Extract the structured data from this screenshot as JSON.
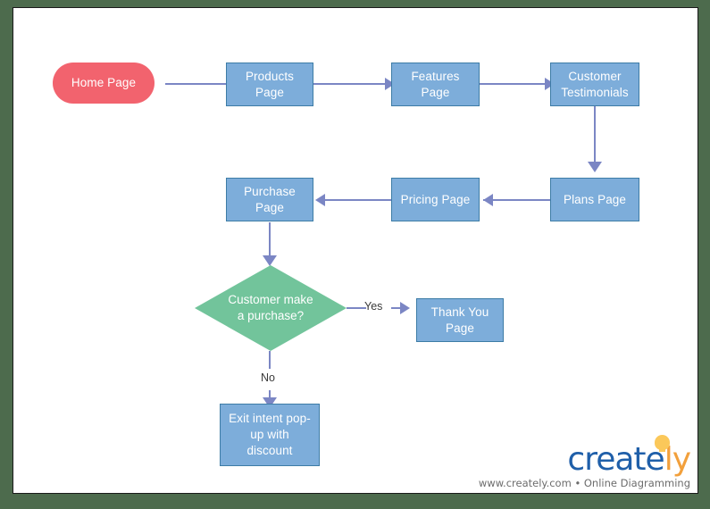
{
  "canvas": {
    "background": "#ffffff",
    "frame_color": "#4d6b4d",
    "border_color": "#1a1a1a"
  },
  "colors": {
    "start_node": "#f2636e",
    "process_node": "#7dadda",
    "process_node_border": "#3d7ca6",
    "decision_node": "#72c49b",
    "connector": "#7b86c4",
    "node_text": "#ffffff",
    "edge_label_text": "#3a3a3a",
    "logo_blue": "#1f5fa9",
    "logo_orange": "#f2a03c",
    "bulb_yellow": "#fbc85a",
    "tagline_text": "#6c6c6c"
  },
  "nodes": [
    {
      "id": "home",
      "label": "Home Page",
      "shape": "rounded-pill"
    },
    {
      "id": "products",
      "label": "Products\nPage",
      "shape": "rectangle"
    },
    {
      "id": "features",
      "label": "Features\nPage",
      "shape": "rectangle"
    },
    {
      "id": "testimonials",
      "label": "Customer\nTestimonials",
      "shape": "rectangle"
    },
    {
      "id": "plans",
      "label": "Plans Page",
      "shape": "rectangle"
    },
    {
      "id": "pricing",
      "label": "Pricing Page",
      "shape": "rectangle"
    },
    {
      "id": "purchase",
      "label": "Purchase\nPage",
      "shape": "rectangle"
    },
    {
      "id": "decision",
      "label": "Customer make  a purchase?",
      "shape": "diamond"
    },
    {
      "id": "thankyou",
      "label": "Thank You\nPage",
      "shape": "rectangle"
    },
    {
      "id": "exitintent",
      "label": "Exit intent pop-up with discount",
      "shape": "rectangle"
    }
  ],
  "node_labels": {
    "home_line1": "Home Page",
    "products_line1": "Products",
    "products_line2": "Page",
    "features_line1": "Features",
    "features_line2": "Page",
    "testimonials_line1": "Customer",
    "testimonials_line2": "Testimonials",
    "plans_line1": "Plans Page",
    "pricing_line1": "Pricing Page",
    "purchase_line1": "Purchase",
    "purchase_line2": "Page",
    "decision_text": "Customer make  a purchase?",
    "thankyou_line1": "Thank You",
    "thankyou_line2": "Page",
    "exitintent_text": "Exit intent pop-up with discount"
  },
  "edges": [
    {
      "from": "home",
      "to": "products",
      "label": ""
    },
    {
      "from": "products",
      "to": "features",
      "label": ""
    },
    {
      "from": "features",
      "to": "testimonials",
      "label": ""
    },
    {
      "from": "testimonials",
      "to": "plans",
      "label": ""
    },
    {
      "from": "plans",
      "to": "pricing",
      "label": ""
    },
    {
      "from": "pricing",
      "to": "purchase",
      "label": ""
    },
    {
      "from": "purchase",
      "to": "decision",
      "label": ""
    },
    {
      "from": "decision",
      "to": "thankyou",
      "label": "Yes"
    },
    {
      "from": "decision",
      "to": "exitintent",
      "label": "No"
    }
  ],
  "edge_labels": {
    "yes": "Yes",
    "no": "No"
  },
  "branding": {
    "logo_part1": "create",
    "logo_part2": "ly",
    "tagline": "www.creately.com • Online Diagramming",
    "bulb_icon": "lightbulb-icon"
  }
}
